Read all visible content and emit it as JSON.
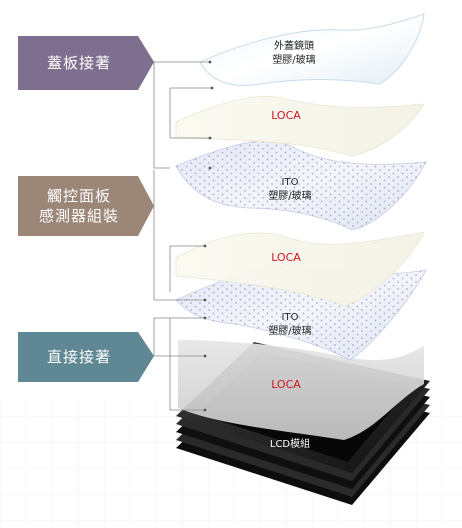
{
  "tags": {
    "cover": "蓋板接著",
    "touch_line1": "觸控面板",
    "touch_line2": "感測器組裝",
    "direct": "直接接著"
  },
  "layers": {
    "cover_lens_line1": "外蓋鏡頭",
    "cover_lens_line2": "塑膠/玻璃",
    "loca_1": "LOCA",
    "ito_1_line1": "ITO",
    "ito_1_line2": "塑膠/玻璃",
    "loca_2": "LOCA",
    "ito_2_line1": "ITO",
    "ito_2_line2": "塑膠/玻璃",
    "loca_3": "LOCA",
    "lcd": "LCD模組"
  },
  "colors": {
    "cover_tag": "#7e6f8e",
    "touch_tag": "#9c8677",
    "direct_tag": "#5f8794",
    "loca_text": "#d0141e"
  }
}
